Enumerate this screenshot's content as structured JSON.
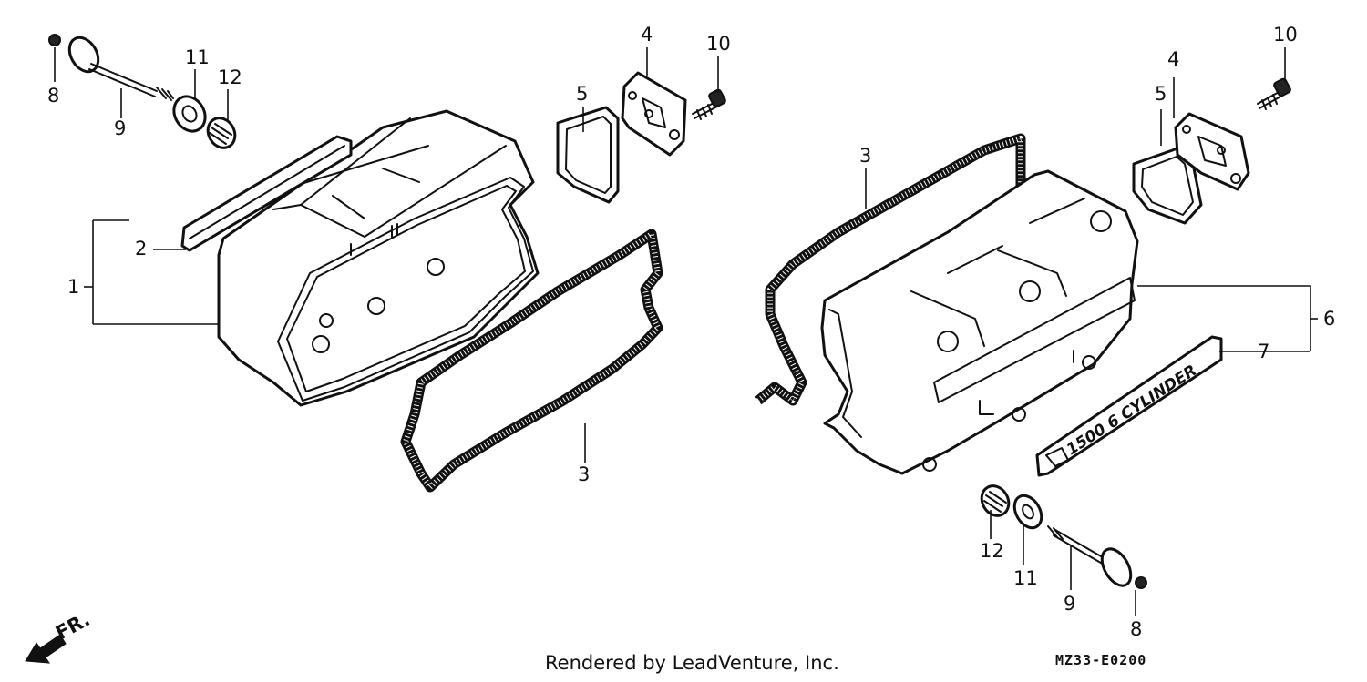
{
  "callouts": {
    "c1": "1",
    "c2": "2",
    "c3_left": "3",
    "c3_left_bottom": "3",
    "c3_right": "3",
    "c4_left": "4",
    "c4_right": "4",
    "c5_left": "5",
    "c5_right": "5",
    "c6": "6",
    "c7": "7",
    "c8_left": "8",
    "c8_right": "8",
    "c9_left": "9",
    "c9_right": "9",
    "c10_left": "10",
    "c10_right": "10",
    "c11_left": "11",
    "c11_right": "11",
    "c12_left": "12",
    "c12_right": "12"
  },
  "emblem_text": "1500 6 CYLINDER",
  "direction_label": "FR.",
  "footer": {
    "credit": "Rendered by LeadVenture, Inc.",
    "code": "MZ33-E0200"
  }
}
